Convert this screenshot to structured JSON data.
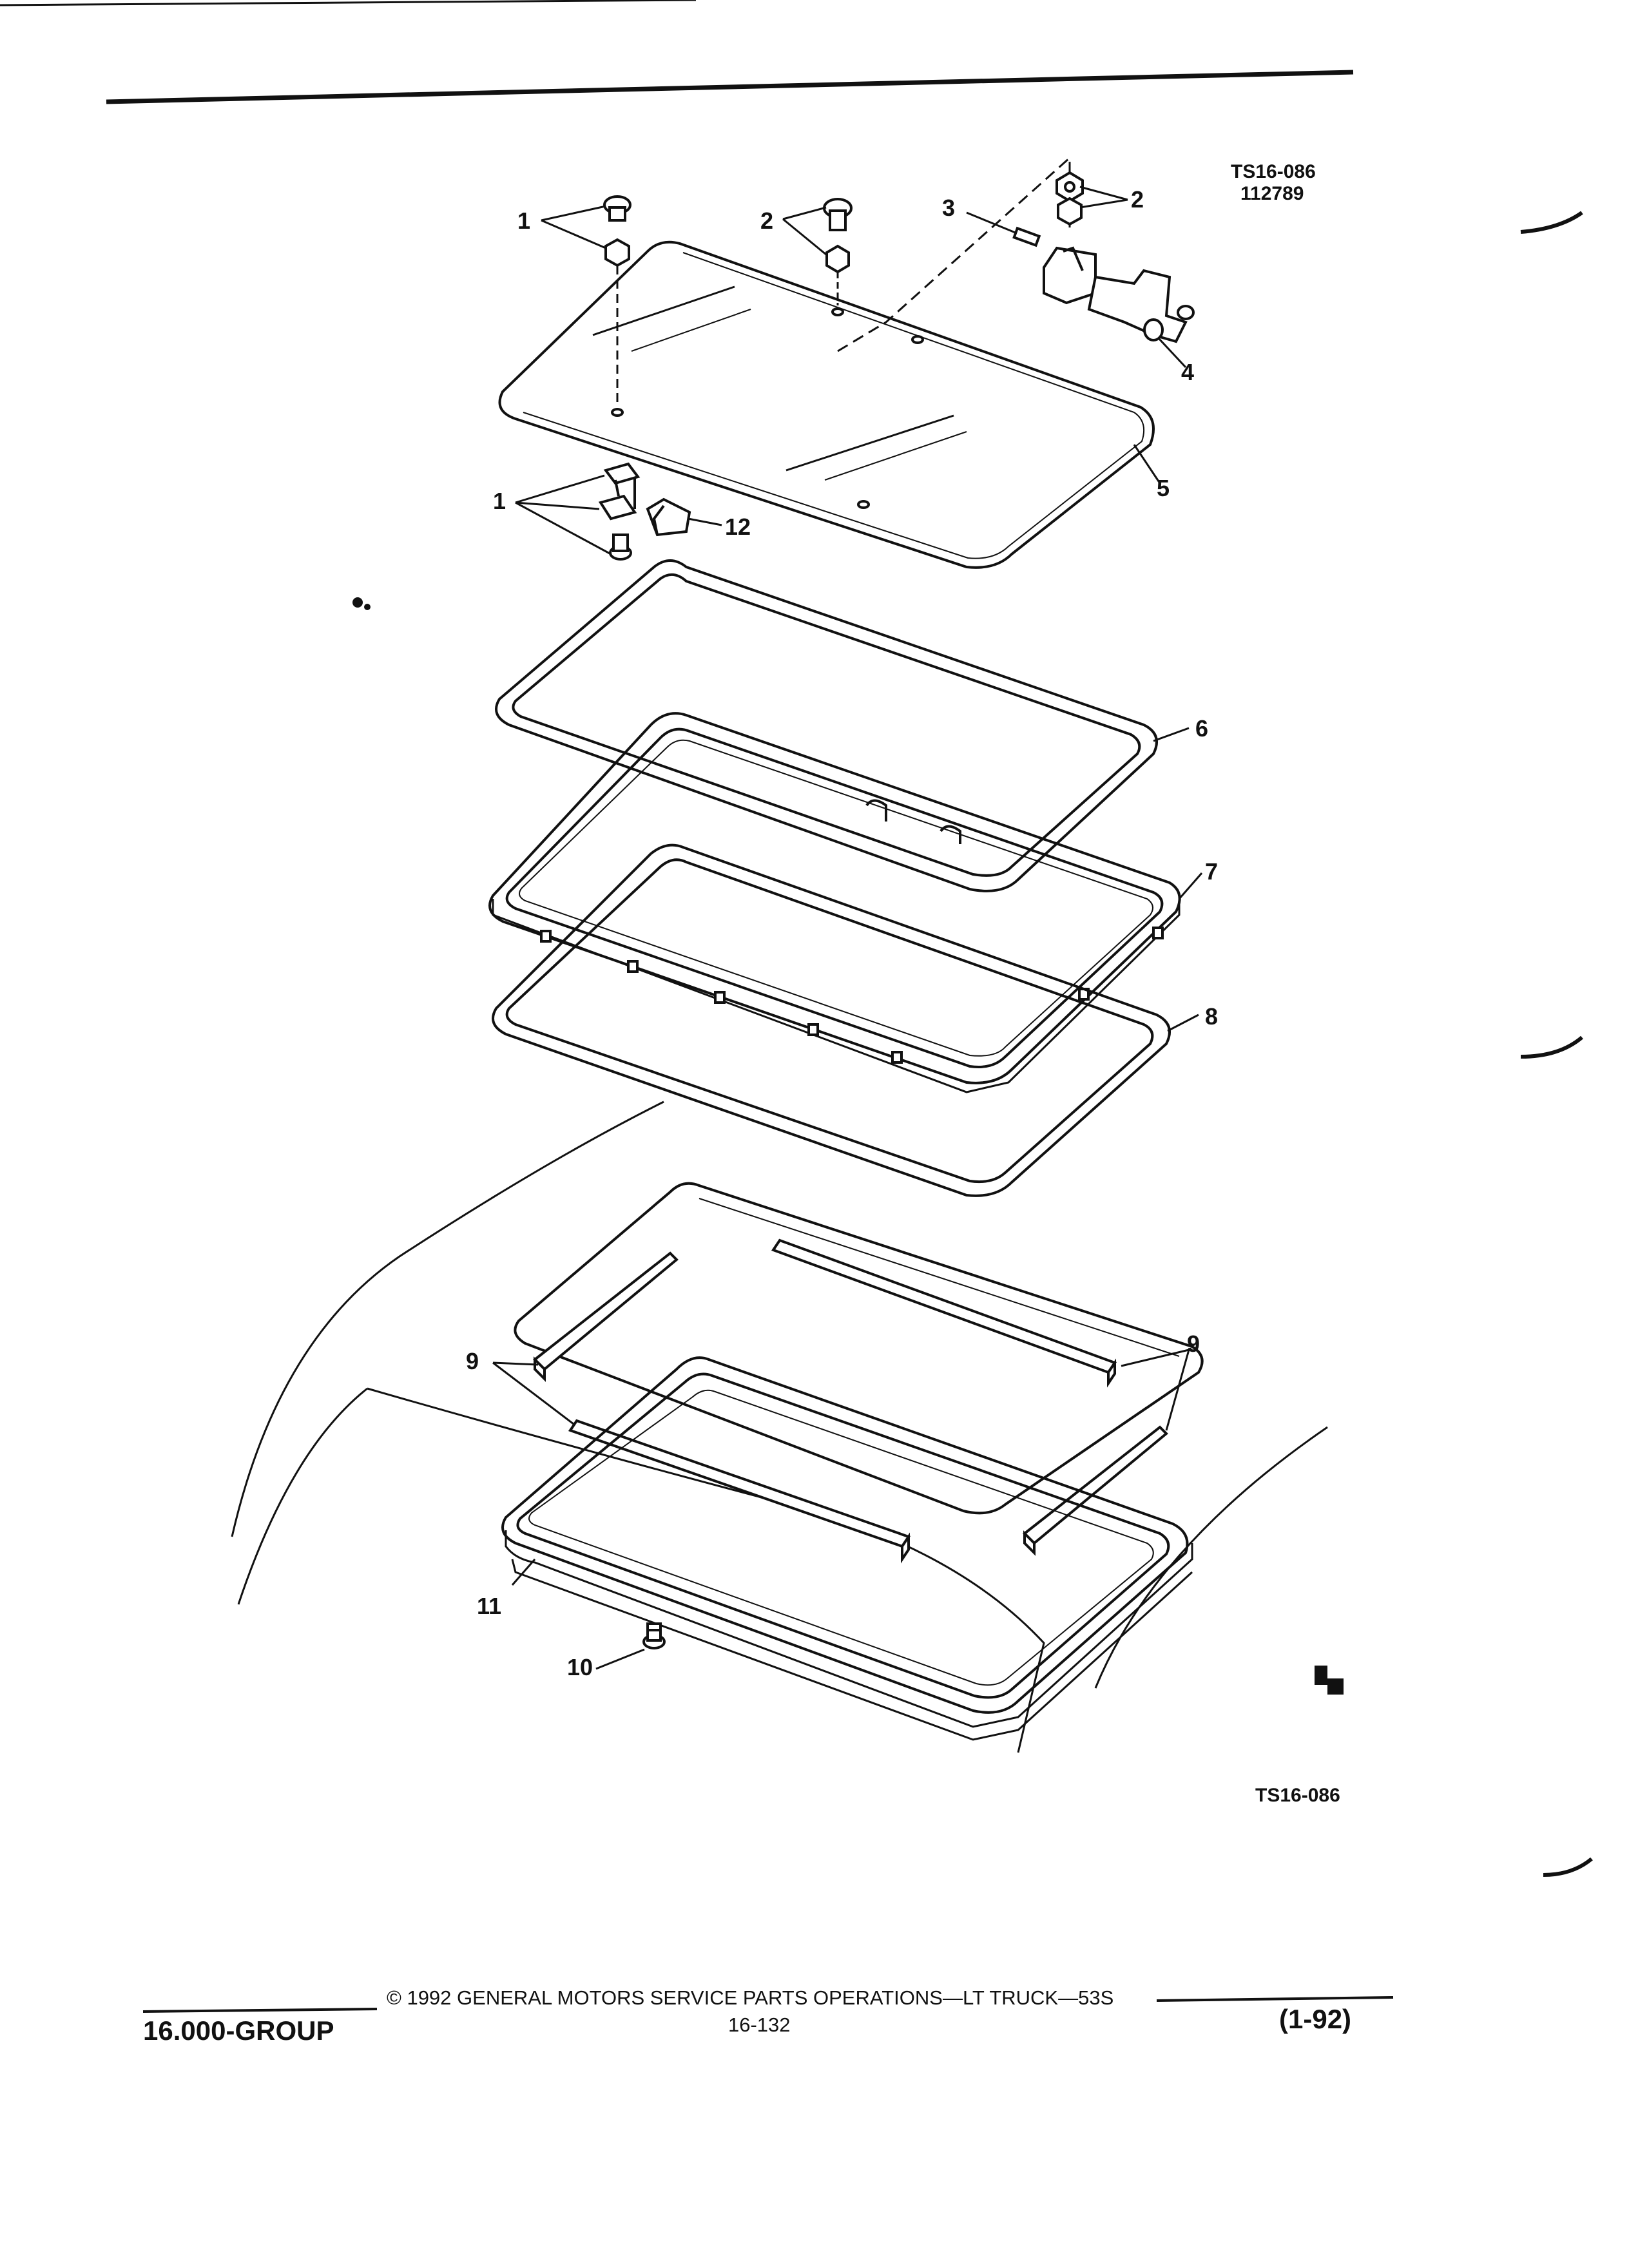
{
  "header": {
    "figure_code": "TS16-086",
    "figure_date": "112789"
  },
  "callouts": [
    "1",
    "2",
    "3",
    "2",
    "4",
    "5",
    "1",
    "12",
    "6",
    "7",
    "8",
    "9",
    "9",
    "11",
    "10"
  ],
  "figure_caption": "TS16-086",
  "footer": {
    "group": "16.000-GROUP",
    "copyright": "© 1992 GENERAL MOTORS SERVICE PARTS OPERATIONS—LT TRUCK—53S",
    "page_number": "16-132",
    "revision": "(1-92)"
  },
  "colors": {
    "ink": "#111111",
    "paper": "#ffffff"
  }
}
